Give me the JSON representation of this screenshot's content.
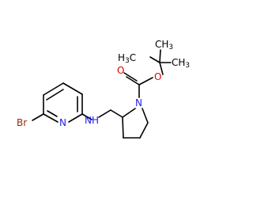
{
  "structure": {
    "colors": {
      "bond": "#000000",
      "carbon_label": "#000000",
      "nitrogen": "#1c1cf0",
      "oxygen": "#e00000",
      "bromine": "#a0240c"
    },
    "labels": {
      "methyl_top_left": "H",
      "methyl_top_left_c": "C",
      "methyl_top_left_sub": "3",
      "methyl_top_right_c": "C",
      "methyl_top_right_h": "H",
      "methyl_top_right_sub": "3",
      "methyl_right_c": "C",
      "methyl_right_h": "H",
      "methyl_right_sub": "3",
      "ester_oxygen": "O",
      "carbonyl_oxygen": "O",
      "pyrrolidine_nitrogen": "N",
      "amine": "NH",
      "pyridine_nitrogen": "N",
      "bromine": "Br"
    }
  }
}
